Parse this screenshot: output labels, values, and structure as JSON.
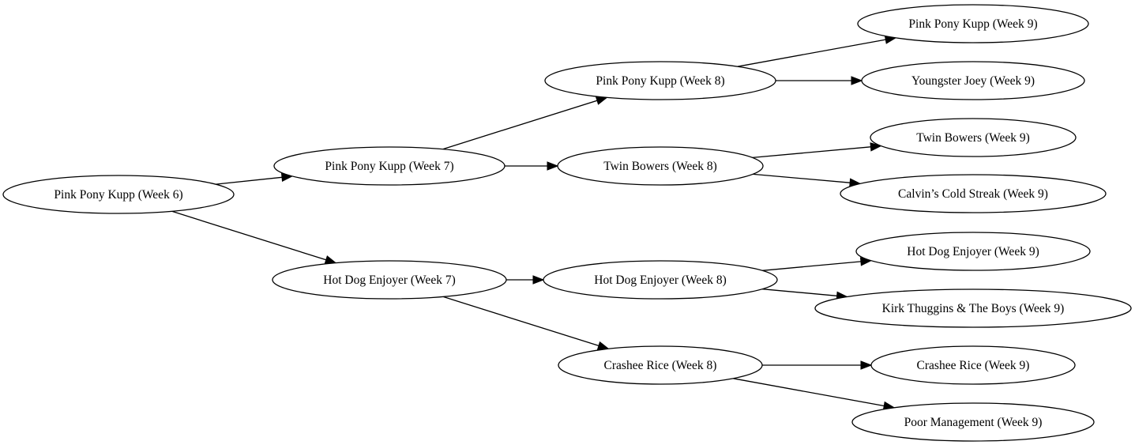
{
  "diagram": {
    "nodes": [
      {
        "id": "w6_ppk",
        "label": "Pink Pony Kupp (Week 6)"
      },
      {
        "id": "w7_ppk",
        "label": "Pink Pony Kupp (Week 7)"
      },
      {
        "id": "w7_hde",
        "label": "Hot Dog Enjoyer (Week 7)"
      },
      {
        "id": "w8_ppk",
        "label": "Pink Pony Kupp (Week 8)"
      },
      {
        "id": "w8_tb",
        "label": "Twin Bowers (Week 8)"
      },
      {
        "id": "w8_hde",
        "label": "Hot Dog Enjoyer (Week 8)"
      },
      {
        "id": "w8_cr",
        "label": "Crashee Rice (Week 8)"
      },
      {
        "id": "w9_ppk",
        "label": "Pink Pony Kupp (Week 9)"
      },
      {
        "id": "w9_yj",
        "label": "Youngster Joey (Week 9)"
      },
      {
        "id": "w9_tb",
        "label": "Twin Bowers (Week 9)"
      },
      {
        "id": "w9_ccs",
        "label": "Calvin’s Cold Streak (Week 9)"
      },
      {
        "id": "w9_hde",
        "label": "Hot Dog Enjoyer (Week 9)"
      },
      {
        "id": "w9_kt",
        "label": "Kirk Thuggins & The Boys (Week 9)"
      },
      {
        "id": "w9_cr",
        "label": "Crashee Rice (Week 9)"
      },
      {
        "id": "w9_pm",
        "label": "Poor Management (Week 9)"
      }
    ],
    "edges": [
      {
        "from": "w6_ppk",
        "to": "w7_ppk"
      },
      {
        "from": "w6_ppk",
        "to": "w7_hde"
      },
      {
        "from": "w7_ppk",
        "to": "w8_ppk"
      },
      {
        "from": "w7_ppk",
        "to": "w8_tb"
      },
      {
        "from": "w7_hde",
        "to": "w8_hde"
      },
      {
        "from": "w7_hde",
        "to": "w8_cr"
      },
      {
        "from": "w8_ppk",
        "to": "w9_ppk"
      },
      {
        "from": "w8_ppk",
        "to": "w9_yj"
      },
      {
        "from": "w8_tb",
        "to": "w9_tb"
      },
      {
        "from": "w8_tb",
        "to": "w9_ccs"
      },
      {
        "from": "w8_hde",
        "to": "w9_hde"
      },
      {
        "from": "w8_hde",
        "to": "w9_kt"
      },
      {
        "from": "w8_cr",
        "to": "w9_cr"
      },
      {
        "from": "w8_cr",
        "to": "w9_pm"
      }
    ]
  }
}
